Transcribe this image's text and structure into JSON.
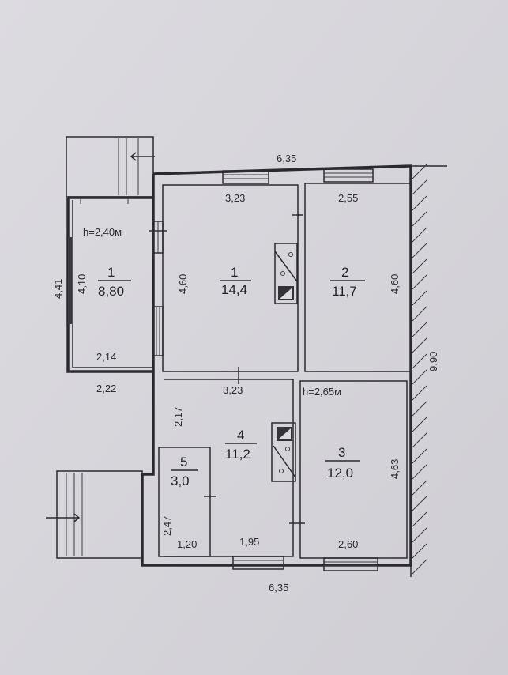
{
  "overall": {
    "width_top": "6,35",
    "width_bottom": "6,35",
    "length_right": "9,90"
  },
  "veranda": {
    "height": "h=2,40м",
    "number": "1",
    "area": "8,80",
    "outer_len": "4,41",
    "inner_len": "4,10",
    "inner_width": "2,14",
    "outer_width": "2,22"
  },
  "rooms": {
    "r1": {
      "number": "1",
      "area": "14,4",
      "width": "3,23",
      "length": "4,60"
    },
    "r2": {
      "number": "2",
      "area": "11,7",
      "width": "2,55",
      "length": "4,60"
    },
    "r3": {
      "number": "3",
      "area": "12,0",
      "width": "2,60",
      "length": "4,63"
    },
    "r4": {
      "number": "4",
      "area": "11,2",
      "width_top": "3,23",
      "width_bottom": "1,95",
      "length": "2,17"
    },
    "r5": {
      "number": "5",
      "area": "3,0",
      "width": "1,20",
      "length": "2,47"
    }
  },
  "house_height": "h=2,65м"
}
